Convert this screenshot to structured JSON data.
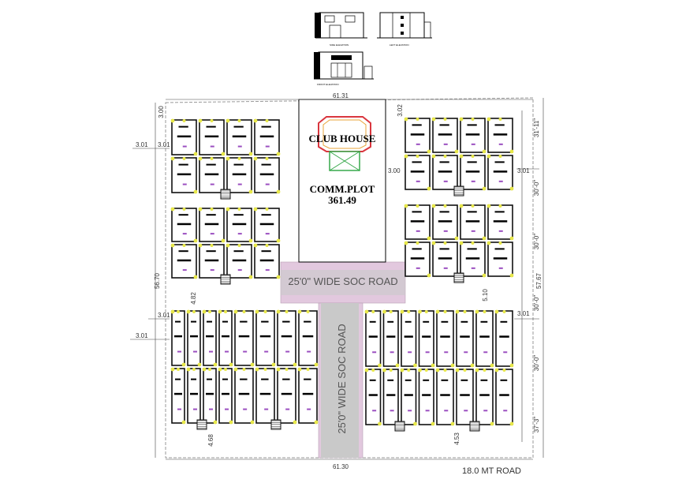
{
  "site": {
    "club_house_label": "CLUB HOUSE",
    "comm_plot_label": "COMM.PLOT",
    "comm_plot_area": "361.49",
    "road_horizontal_label": "25'0\" WIDE SOC ROAD",
    "road_vertical_label": "25'0\" WIDE SOC ROAD",
    "main_road_label": "18.0 MT ROAD"
  },
  "dimensions": {
    "top_width": "61.31",
    "bottom_width": "61.30",
    "left_height": "56.70",
    "right_height": "57.67",
    "top_left_setback": "3.00",
    "top_right_setback": "3.02",
    "left_setback_a": "3.01",
    "left_setback_b": "3.01",
    "left_setback_c": "3.01",
    "left_setback_d": "3.01",
    "left_gap": "4.82",
    "right_gap": "5.10",
    "right_setback_a": "3.00",
    "right_setback_b": "3.01",
    "right_setback_c": "3.01",
    "bottom_left_gap": "4.68",
    "bottom_right_gap": "4.53",
    "right_chain_1": "31'-11\"",
    "right_chain_2": "30'-0\"",
    "right_chain_3": "30'-0\"",
    "right_chain_4": "30'-0\"",
    "right_chain_5": "30'-0\"",
    "right_chain_6": "37'-3\""
  },
  "elevations": [
    {
      "caption": "SIDE ELEVATION"
    },
    {
      "caption": "LEFT ELEVATION"
    },
    {
      "caption": "FRONT ELEVATION"
    }
  ],
  "colors": {
    "road": "#e2c8de",
    "road_stripe": "#c9c9c9",
    "walls": "#111111",
    "windows": "#e8e84a",
    "club_roof": "#d9363e",
    "club_lawn": "#36a84a",
    "doors": "#9b4fc0"
  }
}
